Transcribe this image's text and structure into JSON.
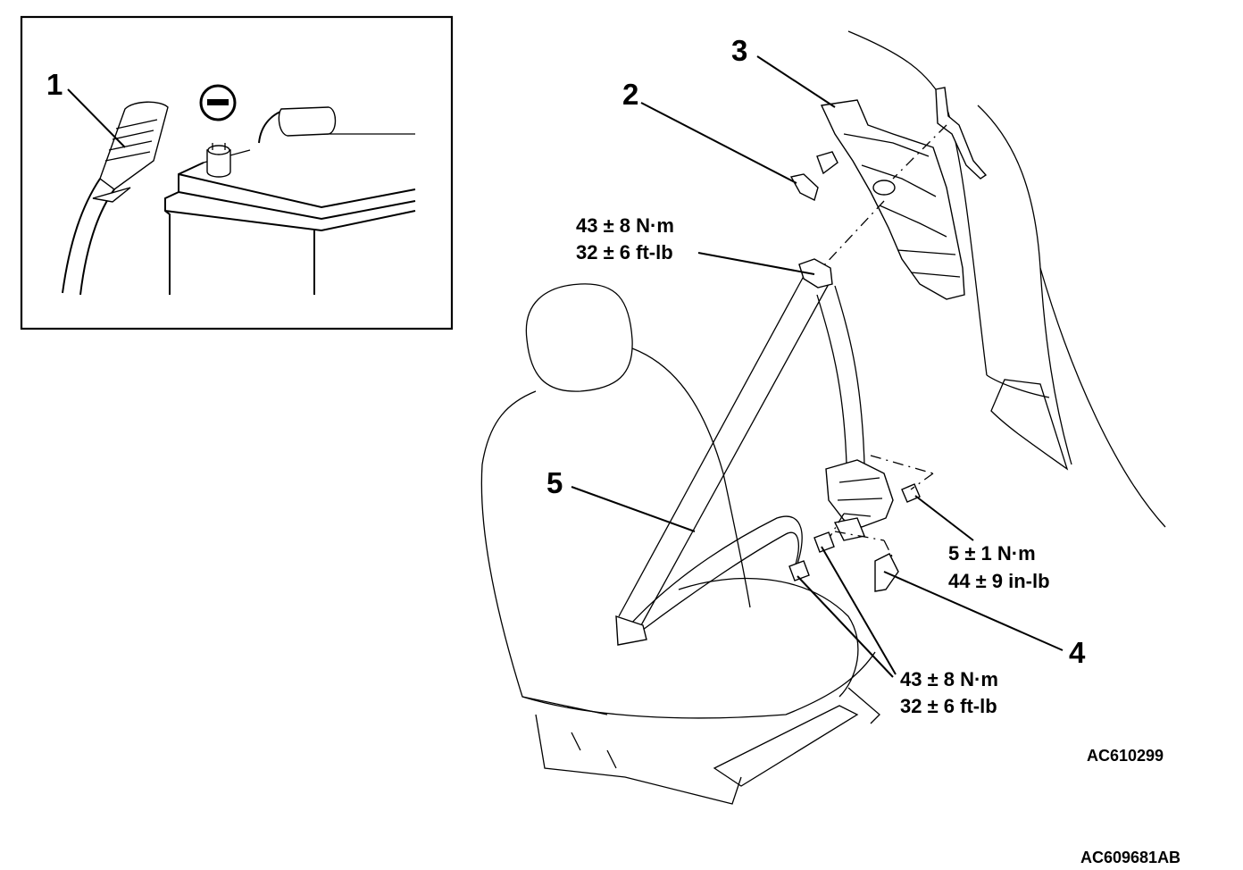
{
  "callouts": {
    "n1": "1",
    "n2": "2",
    "n3": "3",
    "n4": "4",
    "n5": "5"
  },
  "battery_symbol": "minus-terminal-icon",
  "torques": {
    "upper_anchor": {
      "metric": "43 ± 8 N·m",
      "imperial": "32 ± 6 ft-lb"
    },
    "retractor_screw": {
      "metric": "5 ± 1 N·m",
      "imperial": "44 ± 9 in-lb"
    },
    "lower_anchor": {
      "metric": "43 ± 8 N·m",
      "imperial": "32 ± 6 ft-lb"
    }
  },
  "figure_codes": {
    "inner": "AC610299",
    "outer": "AC609681AB"
  }
}
